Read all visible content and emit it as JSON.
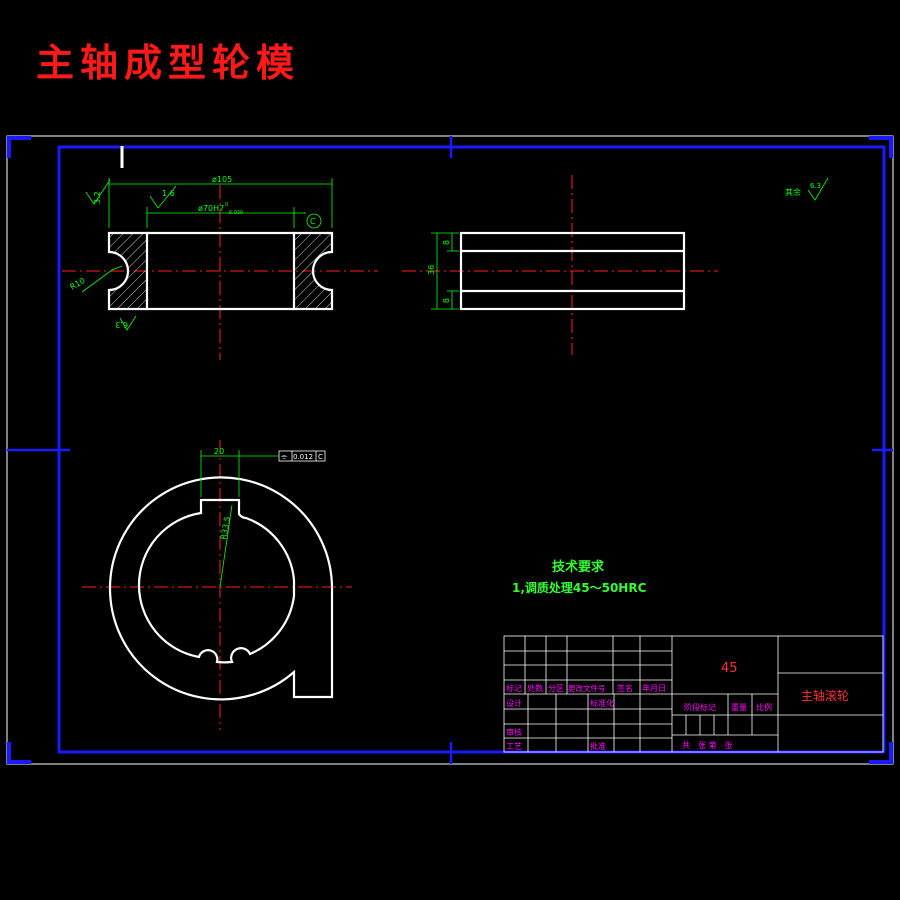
{
  "header": {
    "title": "主轴成型轮模"
  },
  "colors": {
    "background": "#000000",
    "part_outline": "#ffffff",
    "frame": "#1a1aff",
    "centerline": "#ff2020",
    "dimension": "#00ff00",
    "title_block_label": "#ff00ff",
    "technical_text": "#33ff33",
    "title_text": "#ff1a1a"
  },
  "dimensions": {
    "outer_diameter": "ø105",
    "bore_diameter": "ø70H7",
    "bore_tolerance_upper": "0",
    "bore_tolerance_lower": "-0.030",
    "datum_c": "C",
    "groove_radius": "R10",
    "surface_roughness_top": "3.2",
    "surface_roughness_chamfer": "1.6",
    "surface_roughness_bottom": "6.3",
    "side_width_total": "36",
    "side_width_top": "8",
    "side_width_bottom": "8",
    "keyway_width": "20",
    "keyway_radius": "R33.5",
    "position_symbol": "⌯",
    "position_tolerance": "0.012",
    "position_datum": "C",
    "other_roughness_label": "其余",
    "other_roughness_value": "6.3"
  },
  "tech_requirements": {
    "title": "技术要求",
    "item_1": "1,调质处理45～50HRC"
  },
  "title_block": {
    "material": "45",
    "part_name": "主轴滚轮",
    "labels": {
      "mark": "标记",
      "count": "处数",
      "zone": "分区",
      "change_doc": "更改文件号",
      "signature": "签名",
      "date": "年月日",
      "design": "设计",
      "standardization": "标准化",
      "stage_mark": "阶段标记",
      "weight": "重量",
      "scale": "比例",
      "review": "审核",
      "process": "工艺",
      "approval": "批准",
      "sheets": "共　张 第　张"
    }
  }
}
